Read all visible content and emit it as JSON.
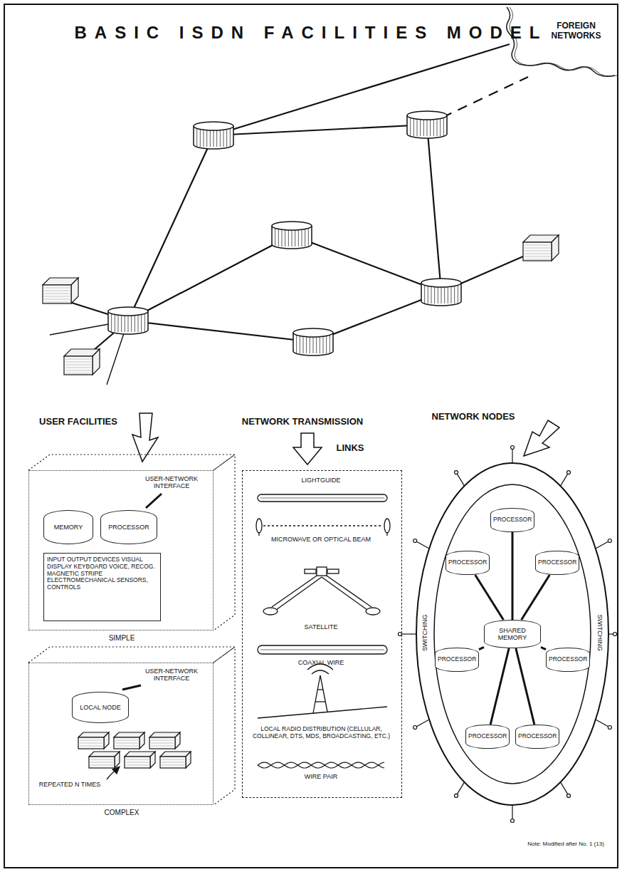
{
  "diagram": {
    "title": "BASIC ISDN FACILITIES MODEL",
    "nodes": [
      {
        "text": [
          "SWITCHING",
          "SWITCHING"
        ]
      },
      {
        "text": [
          "SHARED MEMORY"
        ],
        "in": 0
      },
      {
        "text": [
          "PROCESSOR"
        ],
        "in": 0
      },
      {
        "text": [
          "PROCESSOR"
        ],
        "in": 0
      },
      {
        "text": [
          "PROCESSOR"
        ],
        "in": 0
      },
      {
        "text": [
          "PROCESSOR"
        ],
        "in": 0
      },
      {
        "text": [
          "PROCESSOR"
        ],
        "in": 0
      },
      {
        "text": [
          "PROCESSOR"
        ],
        "in": 0
      },
      {
        "text": [
          "PROCESSOR"
        ],
        "in": 0
      },
      {
        "text": [
          "LIGHTGUIDE",
          "MICROWAVE OR OPTICAL BEAM",
          "SATELLITE",
          "COAXIAL WIRE",
          "LOCAL RADIO DISTRIBUTION (CELLULAR, COLLINEAR, DTS, MDS, BROADCASTING, ETC.)",
          "WIRE PAIR"
        ]
      },
      {
        "text": [
          "USER-NETWORK INTERFACE",
          "SIMPLE"
        ]
      },
      {
        "text": [
          "MEMORY"
        ],
        "in": 10
      },
      {
        "text": [
          "PROCESSOR"
        ],
        "in": 10
      },
      {
        "text": [
          "INPUT OUTPUT DEVICES VISUAL DISPLAY KEYBOARD VOICE, RECOG. MAGNETIC STRIPE ELECTROMECHANICAL SENSORS, CONTROLS"
        ],
        "in": 10
      },
      {
        "text": [
          "USER-NETWORK INTERFACE",
          "COMPLEX"
        ]
      },
      {
        "text": [
          "LOCAL NODE"
        ],
        "in": 14
      }
    ],
    "edges": [
      {
        "from": 2,
        "to": 1,
        "arrow": "none"
      },
      {
        "from": 3,
        "to": 1,
        "arrow": "none"
      },
      {
        "from": 4,
        "to": 1,
        "arrow": "none"
      },
      {
        "from": 5,
        "to": 1,
        "arrow": "none"
      },
      {
        "from": 6,
        "to": 1,
        "arrow": "none"
      },
      {
        "from": 7,
        "to": 1,
        "arrow": "none"
      },
      {
        "from": 8,
        "to": 1,
        "arrow": "none"
      }
    ],
    "labels": [
      "FOREIGN NETWORKS",
      "NETWORK NODES",
      "NETWORK TRANSMISSION",
      "LINKS",
      "USER FACILITIES",
      "REPEATED N TIMES",
      "Note: Modified after No. 1 (13)"
    ]
  }
}
